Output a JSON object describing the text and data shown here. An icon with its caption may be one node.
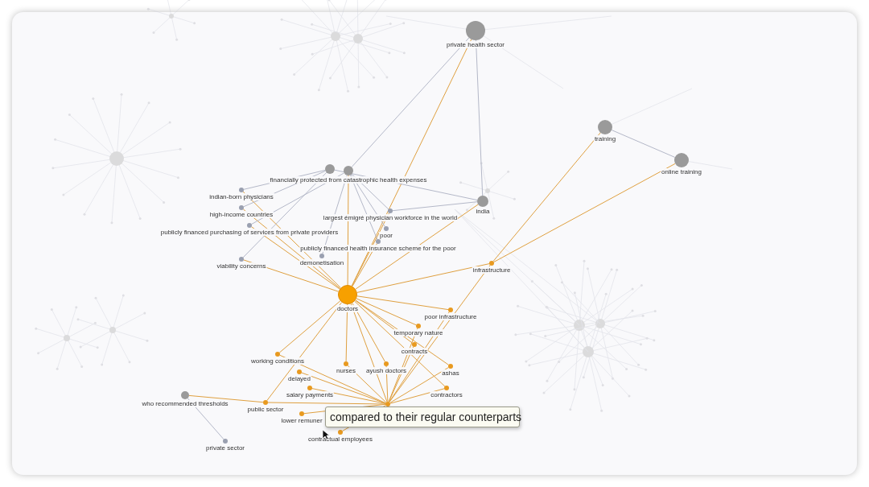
{
  "diagram": {
    "nodes": [
      {
        "text": [],
        "shape": "circle",
        "beside": [
          "private health sector"
        ]
      },
      {
        "text": [],
        "shape": "circle",
        "beside": [
          "training"
        ]
      },
      {
        "text": [],
        "shape": "circle",
        "beside": [
          "online training"
        ]
      },
      {
        "text": [],
        "shape": "circle",
        "beside": [
          "india"
        ]
      },
      {
        "text": [],
        "shape": "circle"
      },
      {
        "text": [],
        "shape": "circle",
        "beside": [
          "financially protected from catastrophic health expenses"
        ]
      },
      {
        "text": [],
        "shape": "circle",
        "beside": [
          "indian-born physicians"
        ]
      },
      {
        "text": [],
        "shape": "circle",
        "beside": [
          "high-income countries"
        ]
      },
      {
        "text": [],
        "shape": "circle",
        "beside": [
          "publicly financed purchasing of services from private providers"
        ]
      },
      {
        "text": [],
        "shape": "circle",
        "beside": [
          "viability concerns"
        ]
      },
      {
        "text": [],
        "shape": "circle",
        "beside": [
          "largest émigré physician workforce in the world"
        ]
      },
      {
        "text": [],
        "shape": "circle",
        "beside": [
          "poor"
        ]
      },
      {
        "text": [],
        "shape": "circle",
        "beside": [
          "publicly financed health insurance scheme for the poor"
        ]
      },
      {
        "text": [],
        "shape": "circle",
        "beside": [
          "demonetisation"
        ]
      },
      {
        "text": [],
        "shape": "circle",
        "beside": [
          "doctors"
        ]
      },
      {
        "text": [],
        "shape": "circle",
        "beside": [
          "infrastructure"
        ]
      },
      {
        "text": [],
        "shape": "circle",
        "beside": [
          "poor infrastructure"
        ]
      },
      {
        "text": [],
        "shape": "circle",
        "beside": [
          "temporary nature"
        ]
      },
      {
        "text": [],
        "shape": "circle",
        "beside": [
          "contracts"
        ]
      },
      {
        "text": [],
        "shape": "circle",
        "beside": [
          "working conditions"
        ]
      },
      {
        "text": [],
        "shape": "circle",
        "beside": [
          "delayed"
        ]
      },
      {
        "text": [],
        "shape": "circle",
        "beside": [
          "nurses"
        ]
      },
      {
        "text": [],
        "shape": "circle",
        "beside": [
          "ayush doctors"
        ]
      },
      {
        "text": [],
        "shape": "circle",
        "beside": [
          "ashas"
        ]
      },
      {
        "text": [],
        "shape": "circle",
        "beside": [
          "salary payments"
        ]
      },
      {
        "text": [],
        "shape": "circle",
        "beside": [
          "contractors"
        ]
      },
      {
        "text": [],
        "shape": "circle",
        "beside": [
          "who recommended thresholds"
        ]
      },
      {
        "text": [],
        "shape": "circle",
        "beside": [
          "public sector"
        ]
      },
      {
        "text": [],
        "shape": "circle",
        "beside": [
          "lower remuner"
        ]
      },
      {
        "text": [],
        "shape": "circle",
        "beside": [
          "contractual employees"
        ]
      },
      {
        "text": [],
        "shape": "circle",
        "beside": [
          "private sector"
        ]
      },
      {
        "text": [],
        "shape": "circle"
      }
    ],
    "edges": [
      {
        "from": 14,
        "to": 0,
        "arrow": "none"
      },
      {
        "from": 14,
        "to": 3,
        "arrow": "none"
      },
      {
        "from": 14,
        "to": 5,
        "arrow": "none"
      },
      {
        "from": 14,
        "to": 6,
        "arrow": "none"
      },
      {
        "from": 14,
        "to": 7,
        "arrow": "none"
      },
      {
        "from": 14,
        "to": 8,
        "arrow": "none"
      },
      {
        "from": 14,
        "to": 9,
        "arrow": "none"
      },
      {
        "from": 14,
        "to": 10,
        "arrow": "none"
      },
      {
        "from": 14,
        "to": 12,
        "arrow": "none"
      },
      {
        "from": 14,
        "to": 15,
        "arrow": "none"
      },
      {
        "from": 15,
        "to": 1,
        "arrow": "none"
      },
      {
        "from": 15,
        "to": 2,
        "arrow": "none"
      },
      {
        "from": 15,
        "to": 31,
        "arrow": "none"
      },
      {
        "from": 14,
        "to": 16,
        "arrow": "none"
      },
      {
        "from": 14,
        "to": 17,
        "arrow": "none"
      },
      {
        "from": 14,
        "to": 18,
        "arrow": "none"
      },
      {
        "from": 14,
        "to": 19,
        "arrow": "none"
      },
      {
        "from": 14,
        "to": 21,
        "arrow": "none"
      },
      {
        "from": 14,
        "to": 22,
        "arrow": "none"
      },
      {
        "from": 14,
        "to": 23,
        "arrow": "none"
      },
      {
        "from": 14,
        "to": 25,
        "arrow": "none"
      },
      {
        "from": 14,
        "to": 27,
        "arrow": "none"
      },
      {
        "from": 14,
        "to": 31,
        "arrow": "none"
      },
      {
        "from": 31,
        "to": 16,
        "arrow": "none"
      },
      {
        "from": 31,
        "to": 17,
        "arrow": "none"
      },
      {
        "from": 31,
        "to": 18,
        "arrow": "none"
      },
      {
        "from": 31,
        "to": 19,
        "arrow": "none"
      },
      {
        "from": 31,
        "to": 20,
        "arrow": "none"
      },
      {
        "from": 31,
        "to": 21,
        "arrow": "none"
      },
      {
        "from": 31,
        "to": 22,
        "arrow": "none"
      },
      {
        "from": 31,
        "to": 23,
        "arrow": "none"
      },
      {
        "from": 31,
        "to": 24,
        "arrow": "none"
      },
      {
        "from": 31,
        "to": 25,
        "arrow": "none"
      },
      {
        "from": 31,
        "to": 27,
        "arrow": "none"
      },
      {
        "from": 31,
        "to": 28,
        "arrow": "none"
      },
      {
        "from": 31,
        "to": 29,
        "arrow": "none"
      },
      {
        "from": 27,
        "to": 26,
        "arrow": "none"
      },
      {
        "from": 0,
        "to": 3,
        "arrow": "none",
        "color": "#b4b8c8"
      },
      {
        "from": 0,
        "to": 5,
        "arrow": "none",
        "color": "#b4b8c8"
      },
      {
        "from": 4,
        "to": 6,
        "arrow": "none",
        "color": "#b4b8c8"
      },
      {
        "from": 4,
        "to": 7,
        "arrow": "none",
        "color": "#b4b8c8"
      },
      {
        "from": 4,
        "to": 9,
        "arrow": "none",
        "color": "#b4b8c8"
      },
      {
        "from": 4,
        "to": 3,
        "arrow": "none",
        "color": "#b4b8c8"
      },
      {
        "from": 5,
        "to": 8,
        "arrow": "none",
        "color": "#b4b8c8"
      },
      {
        "from": 5,
        "to": 10,
        "arrow": "none",
        "color": "#b4b8c8"
      },
      {
        "from": 5,
        "to": 11,
        "arrow": "none",
        "color": "#b4b8c8"
      },
      {
        "from": 5,
        "to": 12,
        "arrow": "none",
        "color": "#b4b8c8"
      },
      {
        "from": 5,
        "to": 13,
        "arrow": "none",
        "color": "#b4b8c8"
      },
      {
        "from": 3,
        "to": 10,
        "arrow": "none",
        "color": "#b4b8c8"
      },
      {
        "from": 1,
        "to": 2,
        "arrow": "none",
        "color": "#b4b8c8"
      },
      {
        "from": 26,
        "to": 30,
        "arrow": "none",
        "color": "#b4b8c8"
      }
    ],
    "labels": [
      "compared to their regular counterparts"
    ]
  }
}
